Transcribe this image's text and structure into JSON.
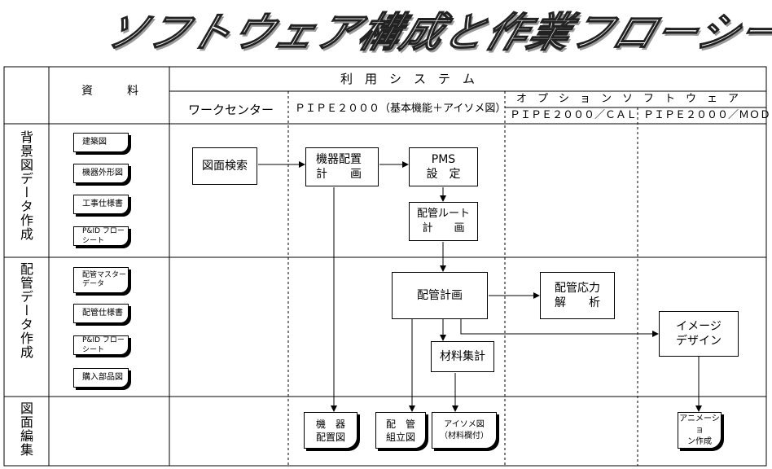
{
  "title": "ソフトウェア構成と作業フローシート",
  "header": {
    "materials": "資　　　料",
    "system_use": "利　用　シ　ス　テ　ム",
    "workcenter": "ワークセンター",
    "pipe2000": "ＰＩＰＥ２０００（基本機能＋アイソメ図）",
    "option": "オ　プ　シ　ョ　ン　ソ　フ　ト　ウ　ェ　ア",
    "cal": "ＰＩＰＥ２０００／ＣＡＬ",
    "mod": "ＰＩＰＥ２０００／ＭＯＤ"
  },
  "rows": {
    "background": "背景図データ作成",
    "piping": "配管データ作成",
    "drawing": "図面編集"
  },
  "documents": {
    "bg": [
      "建築図",
      "機器外形図",
      "工事仕様書",
      "P&ID フローシート"
    ],
    "piping": [
      "配管マスターデータ",
      "配管仕様書",
      "P&ID フローシート",
      "購入部品図"
    ]
  },
  "doc_lines": {
    "pipe_master_1": "配管マスター",
    "pipe_master_2": "データ"
  },
  "process": {
    "drawing_search": "図面検索",
    "equipment_layout_1": "機器配置",
    "equipment_layout_2": "計　　画",
    "pms_1": "PMS",
    "pms_2": "設　定",
    "route_1": "配管ルート",
    "route_2": "計　　画",
    "piping_plan": "配管計画",
    "stress_1": "配管応力",
    "stress_2": "解　　析",
    "image_1": "イメージ",
    "image_2": "デザイン",
    "material_total": "材料集計"
  },
  "outputs": {
    "equip_1": "機　器",
    "equip_2": "配置図",
    "assy_1": "配　管",
    "assy_2": "組立図",
    "iso_1": "アイソメ図",
    "iso_2": "（材料欄付）",
    "anim_1": "アニメーショ",
    "anim_2": "ン作成"
  }
}
